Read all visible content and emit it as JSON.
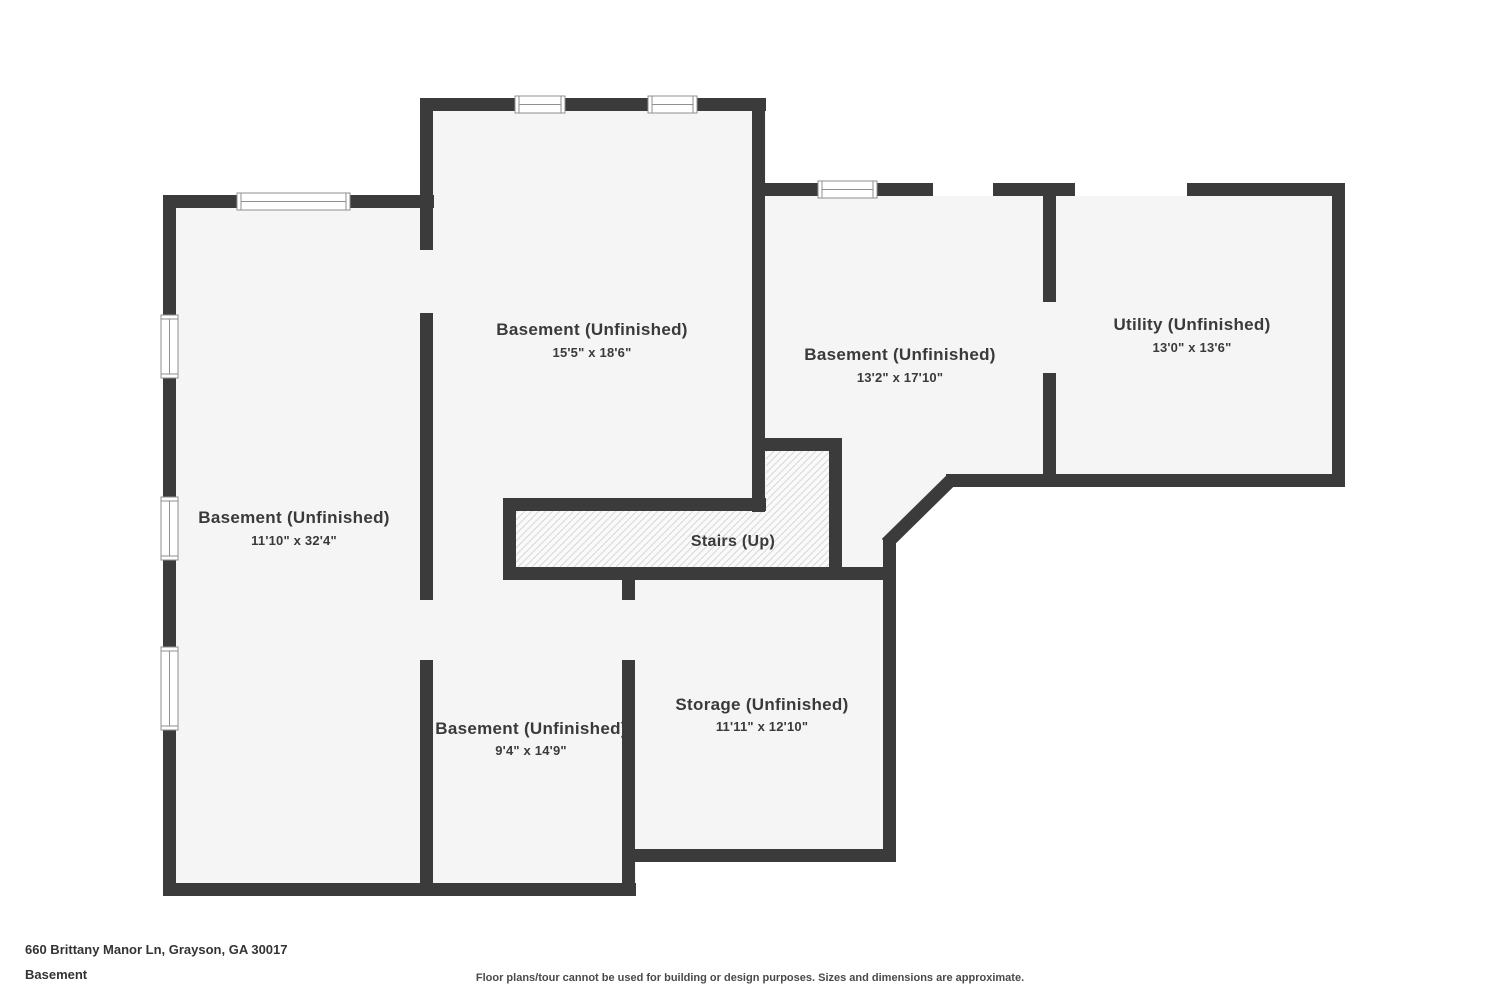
{
  "plan": {
    "colors": {
      "wall": "#3b3b3b",
      "floor": "#f5f5f5",
      "hatch_line": "#d8d8d8",
      "hatch_bg": "#fafafa",
      "label": "#3a3a3a",
      "window_frame": "#8f8f8f"
    },
    "rooms": [
      {
        "name": "Basement (Unfinished)",
        "dims": "15'5\" x 18'6\""
      },
      {
        "name": "Basement (Unfinished)",
        "dims": "13'2\" x 17'10\""
      },
      {
        "name": "Utility (Unfinished)",
        "dims": "13'0\" x 13'6\""
      },
      {
        "name": "Basement (Unfinished)",
        "dims": "11'10\" x 32'4\""
      },
      {
        "name": "Basement (Unfinished)",
        "dims": "9'4\" x 14'9\""
      },
      {
        "name": "Storage (Unfinished)",
        "dims": "11'11\" x 12'10\""
      }
    ],
    "stairs_label": "Stairs (Up)"
  },
  "footer": {
    "address": "660 Brittany Manor Ln, Grayson, GA 30017",
    "floor_label": "Basement",
    "disclaimer": "Floor plans/tour cannot be used for building or design purposes. Sizes and dimensions are approximate."
  }
}
